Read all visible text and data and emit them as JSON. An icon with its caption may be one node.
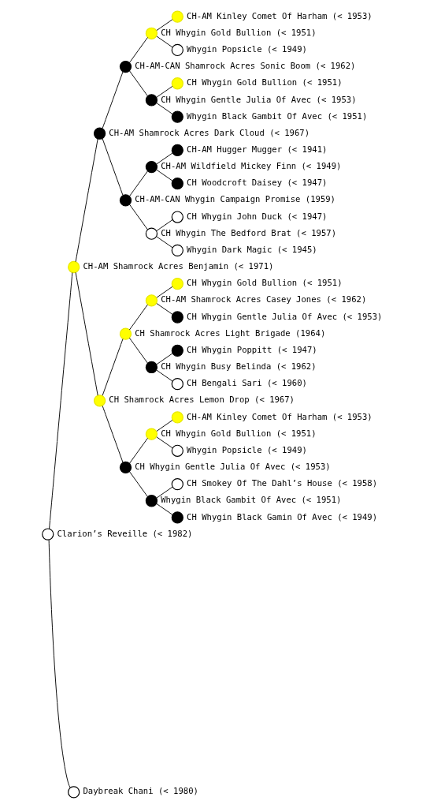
{
  "diagram": {
    "nodes": [
      {
        "text": [],
        "shape": "circle",
        "beside": [
          "CH-AM Kinley Comet Of Harham (< 1953)"
        ]
      },
      {
        "text": [],
        "shape": "circle",
        "beside": [
          "CH Whygin Gold Bullion (< 1951)"
        ]
      },
      {
        "text": [],
        "shape": "circle",
        "beside": [
          "Whygin Popsicle (< 1949)"
        ]
      },
      {
        "text": [],
        "shape": "circle",
        "beside": [
          "CH-AM-CAN Shamrock Acres Sonic Boom (< 1962)"
        ]
      },
      {
        "text": [],
        "shape": "circle",
        "beside": [
          "CH Whygin Gold Bullion (< 1951)"
        ]
      },
      {
        "text": [],
        "shape": "circle",
        "beside": [
          "CH Whygin Gentle Julia Of Avec (< 1953)"
        ]
      },
      {
        "text": [],
        "shape": "circle",
        "beside": [
          "Whygin Black Gambit Of Avec (< 1951)"
        ]
      },
      {
        "text": [],
        "shape": "circle",
        "beside": [
          "CH-AM Shamrock Acres Dark Cloud (< 1967)"
        ]
      },
      {
        "text": [],
        "shape": "circle",
        "beside": [
          "CH-AM Hugger Mugger (< 1941)"
        ]
      },
      {
        "text": [],
        "shape": "circle",
        "beside": [
          "CH-AM Wildfield Mickey Finn (< 1949)"
        ]
      },
      {
        "text": [],
        "shape": "circle",
        "beside": [
          "CH Woodcroft Daisey (< 1947)"
        ]
      },
      {
        "text": [],
        "shape": "circle",
        "beside": [
          "CH-AM-CAN Whygin Campaign Promise (1959)"
        ]
      },
      {
        "text": [],
        "shape": "circle",
        "beside": [
          "CH Whygin John Duck (< 1947)"
        ]
      },
      {
        "text": [],
        "shape": "circle",
        "beside": [
          "CH Whygin The Bedford Brat (< 1957)"
        ]
      },
      {
        "text": [],
        "shape": "circle",
        "beside": [
          "Whygin Dark Magic (< 1945)"
        ]
      },
      {
        "text": [],
        "shape": "circle",
        "beside": [
          "CH-AM Shamrock Acres Benjamin (< 1971)"
        ]
      },
      {
        "text": [],
        "shape": "circle",
        "beside": [
          "CH Whygin Gold Bullion (< 1951)"
        ]
      },
      {
        "text": [],
        "shape": "circle",
        "beside": [
          "CH-AM Shamrock Acres Casey Jones (< 1962)"
        ]
      },
      {
        "text": [],
        "shape": "circle",
        "beside": [
          "CH Whygin Gentle Julia Of Avec (< 1953)"
        ]
      },
      {
        "text": [],
        "shape": "circle",
        "beside": [
          "CH Shamrock Acres Light Brigade (1964)"
        ]
      },
      {
        "text": [],
        "shape": "circle",
        "beside": [
          "CH Whygin Poppitt (< 1947)"
        ]
      },
      {
        "text": [],
        "shape": "circle",
        "beside": [
          "CH Whygin Busy Belinda (< 1962)"
        ]
      },
      {
        "text": [],
        "shape": "circle",
        "beside": [
          "CH Bengali Sari (< 1960)"
        ]
      },
      {
        "text": [],
        "shape": "circle",
        "beside": [
          "CH Shamrock Acres Lemon Drop (< 1967)"
        ]
      },
      {
        "text": [],
        "shape": "circle",
        "beside": [
          "CH-AM Kinley Comet Of Harham (< 1953)"
        ]
      },
      {
        "text": [],
        "shape": "circle",
        "beside": [
          "CH Whygin Gold Bullion (< 1951)"
        ]
      },
      {
        "text": [],
        "shape": "circle",
        "beside": [
          "Whygin Popsicle (< 1949)"
        ]
      },
      {
        "text": [],
        "shape": "circle",
        "beside": [
          "CH Whygin Gentle Julia Of Avec (< 1953)"
        ]
      },
      {
        "text": [],
        "shape": "circle",
        "beside": [
          "CH Smokey Of The Dahl’s House (< 1958)"
        ]
      },
      {
        "text": [],
        "shape": "circle",
        "beside": [
          "Whygin Black Gambit Of Avec (< 1951)"
        ]
      },
      {
        "text": [],
        "shape": "circle",
        "beside": [
          "CH Whygin Black Gamin Of Avec (< 1949)"
        ]
      },
      {
        "text": [],
        "shape": "circle",
        "beside": [
          "Clarion’s Reveille (< 1982)"
        ]
      },
      {
        "text": [],
        "shape": "circle",
        "beside": [
          "Daybreak Chani (< 1980)"
        ]
      }
    ],
    "edges": [
      {
        "from": 31,
        "to": 15,
        "arrow": "none"
      },
      {
        "from": 31,
        "to": 32,
        "arrow": "none"
      },
      {
        "from": 15,
        "to": 7,
        "arrow": "none"
      },
      {
        "from": 15,
        "to": 23,
        "arrow": "none"
      },
      {
        "from": 7,
        "to": 3,
        "arrow": "none"
      },
      {
        "from": 7,
        "to": 11,
        "arrow": "none"
      },
      {
        "from": 3,
        "to": 1,
        "arrow": "none"
      },
      {
        "from": 3,
        "to": 5,
        "arrow": "none"
      },
      {
        "from": 1,
        "to": 0,
        "arrow": "none"
      },
      {
        "from": 1,
        "to": 2,
        "arrow": "none"
      },
      {
        "from": 5,
        "to": 4,
        "arrow": "none"
      },
      {
        "from": 5,
        "to": 6,
        "arrow": "none"
      },
      {
        "from": 11,
        "to": 9,
        "arrow": "none"
      },
      {
        "from": 11,
        "to": 13,
        "arrow": "none"
      },
      {
        "from": 9,
        "to": 8,
        "arrow": "none"
      },
      {
        "from": 9,
        "to": 10,
        "arrow": "none"
      },
      {
        "from": 13,
        "to": 12,
        "arrow": "none"
      },
      {
        "from": 13,
        "to": 14,
        "arrow": "none"
      },
      {
        "from": 23,
        "to": 19,
        "arrow": "none"
      },
      {
        "from": 23,
        "to": 27,
        "arrow": "none"
      },
      {
        "from": 19,
        "to": 17,
        "arrow": "none"
      },
      {
        "from": 19,
        "to": 21,
        "arrow": "none"
      },
      {
        "from": 17,
        "to": 16,
        "arrow": "none"
      },
      {
        "from": 17,
        "to": 18,
        "arrow": "none"
      },
      {
        "from": 21,
        "to": 20,
        "arrow": "none"
      },
      {
        "from": 21,
        "to": 22,
        "arrow": "none"
      },
      {
        "from": 27,
        "to": 25,
        "arrow": "none"
      },
      {
        "from": 27,
        "to": 29,
        "arrow": "none"
      },
      {
        "from": 25,
        "to": 24,
        "arrow": "none"
      },
      {
        "from": 25,
        "to": 26,
        "arrow": "none"
      },
      {
        "from": 29,
        "to": 28,
        "arrow": "none"
      },
      {
        "from": 29,
        "to": 30,
        "arrow": "none"
      }
    ]
  }
}
